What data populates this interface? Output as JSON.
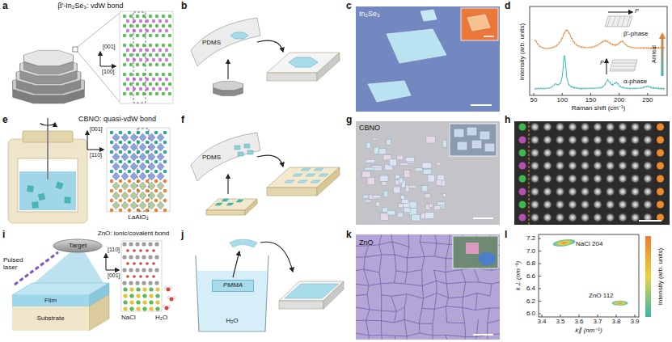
{
  "diagram": {
    "nodes": [
      {
        "text": [
          "Target"
        ]
      },
      {
        "text": [
          "Film"
        ]
      },
      {
        "text": [
          "Substrate"
        ]
      },
      {
        "text": [
          "PMMA"
        ]
      }
    ],
    "labels": [
      "a",
      "β′-In₂Se₃: vdW bond",
      "[001]",
      "[100]",
      "b",
      "PDMS",
      "c",
      "In₂Se₃",
      "d",
      "P",
      "β′-phase",
      "P",
      "α-phase",
      "Anneal",
      "Intensity (arb. units)",
      "50",
      "100",
      "150",
      "200",
      "250",
      "Raman shift (cm⁻¹)",
      "e",
      "CBNO: quasi-vdW bond",
      "[001]",
      "[110]",
      "LaAlO₃",
      "f",
      "PDMS",
      "g",
      "CBNO",
      "h",
      "i",
      "Pulsed laser",
      "ZnO: ionic/covalent bond",
      "[110]",
      "[001]",
      "NaCl",
      "H₂O",
      "j",
      "H₂O",
      "k",
      "ZnO",
      "l",
      "7.2",
      "7.0",
      "6.8",
      "6.6",
      "6.4",
      "6.2",
      "6.0",
      "k⊥ (nm⁻¹)",
      "3.4",
      "3.5",
      "3.6",
      "3.7",
      "3.8",
      "3.9",
      "k∥ (nm⁻¹)",
      "NaCl 204",
      "ZnO 112",
      "Intensity (arb. units)"
    ]
  }
}
